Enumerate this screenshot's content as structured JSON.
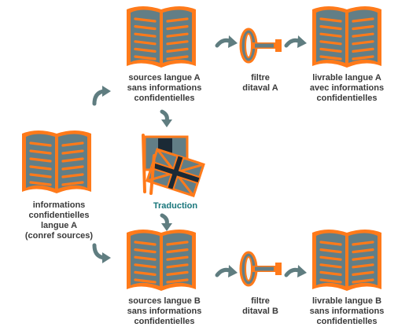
{
  "colors": {
    "orange": "#ff7a1a",
    "slate": "#627e86",
    "text": "#3a3a3a",
    "accent_text": "#17757a",
    "arrow": "#5f7d80"
  },
  "labels": {
    "source_info": "informations\nconfidentielles\nlangue A\n(conref sources)",
    "sources_a": "sources langue A\nsans informations\nconfidentielles",
    "filter_a": "filtre\nditaval A",
    "deliverable_a": "livrable langue A\navec informations\nconfidentielles",
    "translation": "Traduction",
    "sources_b": "sources langue B\nsans informations\nconfidentielles",
    "filter_b": "filtre\nditaval B",
    "deliverable_b": "livrable langue B\nsans informations\nconfidentielles"
  },
  "icons": {
    "book": "open-book-icon",
    "funnel": "funnel-icon",
    "flags": "flags-icon",
    "arrow": "curved-arrow-icon"
  }
}
